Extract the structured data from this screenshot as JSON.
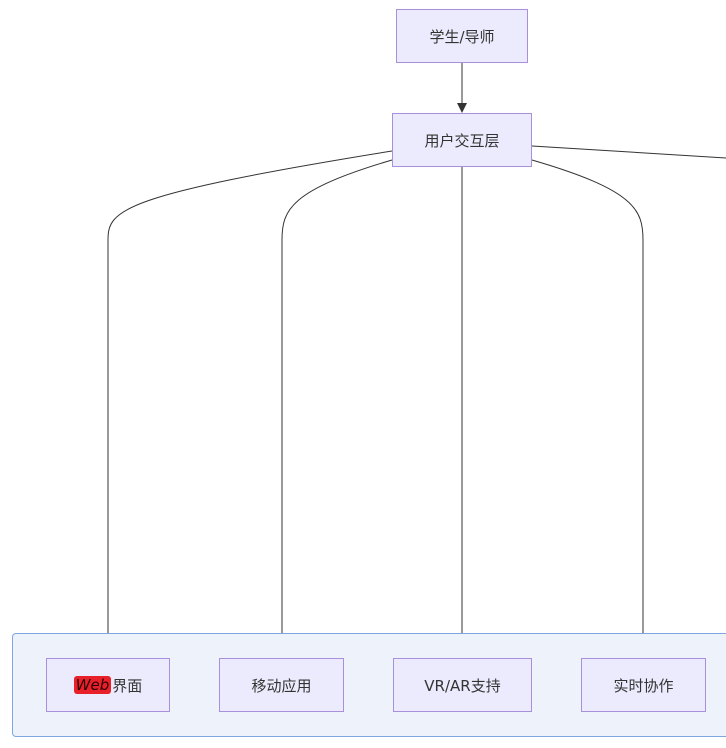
{
  "diagram": {
    "nodes": {
      "user": "学生/导师",
      "interaction_layer": "用户交互层",
      "web_prefix": "Web",
      "web_suffix": "界面",
      "mobile": "移动应用",
      "vrar": "VR/AR支持",
      "collab": "实时协作"
    }
  }
}
